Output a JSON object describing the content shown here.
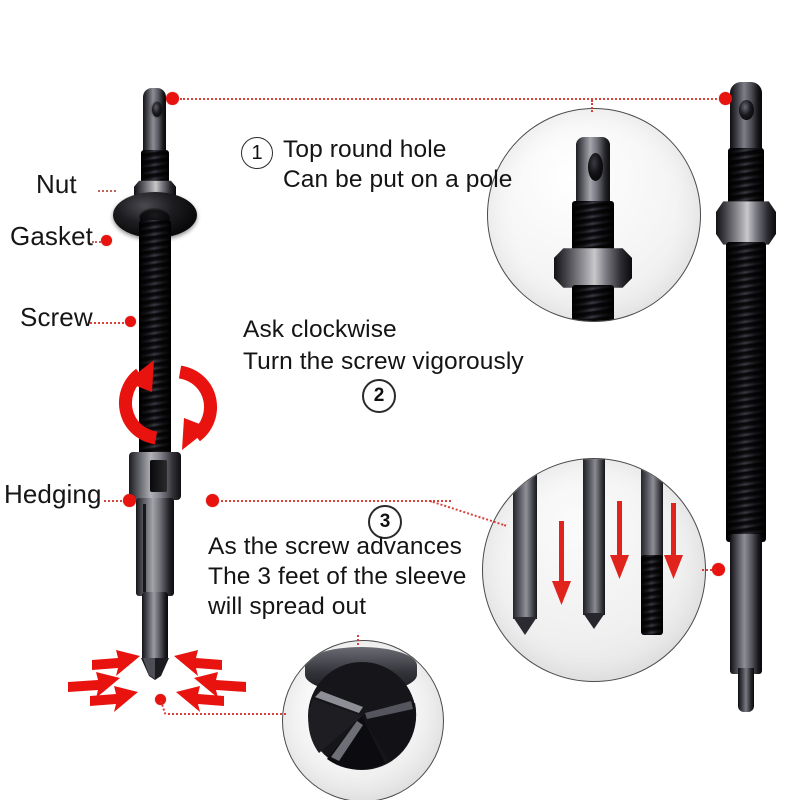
{
  "title": "Screw extractor tool infographic",
  "colors": {
    "accent_red": "#e8130f",
    "leader_red": "#d6322b",
    "text": "#161616",
    "background": "#ffffff",
    "metal_dark": "#0d0d0f",
    "metal_light": "#c9c9cb"
  },
  "part_labels": [
    {
      "id": "nut",
      "text": "Nut"
    },
    {
      "id": "gasket",
      "text": "Gasket"
    },
    {
      "id": "screw",
      "text": "Screw"
    },
    {
      "id": "hedging",
      "text": "Hedging"
    }
  ],
  "steps": [
    {
      "number": "1",
      "marker": "①",
      "lines": [
        "Top round hole",
        "Can be put on a pole"
      ]
    },
    {
      "number": "2",
      "marker": "②",
      "lines": [
        "Ask clockwise",
        "Turn the screw vigorously"
      ]
    },
    {
      "number": "3",
      "marker": "③",
      "lines": [
        "As the screw advances",
        "The 3 feet of the sleeve",
        "will spread out"
      ]
    }
  ],
  "step_text": {
    "one_line1": "Top round hole",
    "one_line2": "Can be put on a pole",
    "two_line1": "Ask clockwise",
    "two_line2": "Turn the screw vigorously",
    "three_line1": "As the screw advances",
    "three_line2": "The 3 feet of the sleeve",
    "three_line3": "will spread out"
  },
  "insets": [
    {
      "id": "inset-top-hole",
      "caption": "close-up of top round hole and hex nut"
    },
    {
      "id": "inset-three-rods",
      "caption": "three rods with downward arrows"
    },
    {
      "id": "inset-sleeve-feet",
      "caption": "bottom view of 3-feet sleeve"
    }
  ],
  "annotations": {
    "rotation_arrows": "clockwise-rotation-arrows",
    "expansion_arrows": "outward-expansion-arrows",
    "advance_arrows": "downward-advance-arrows"
  },
  "photos": {
    "left_tool": "full screw extractor assembly, vertical",
    "right_tool": "screw extractor assembly, vertical, right side"
  }
}
